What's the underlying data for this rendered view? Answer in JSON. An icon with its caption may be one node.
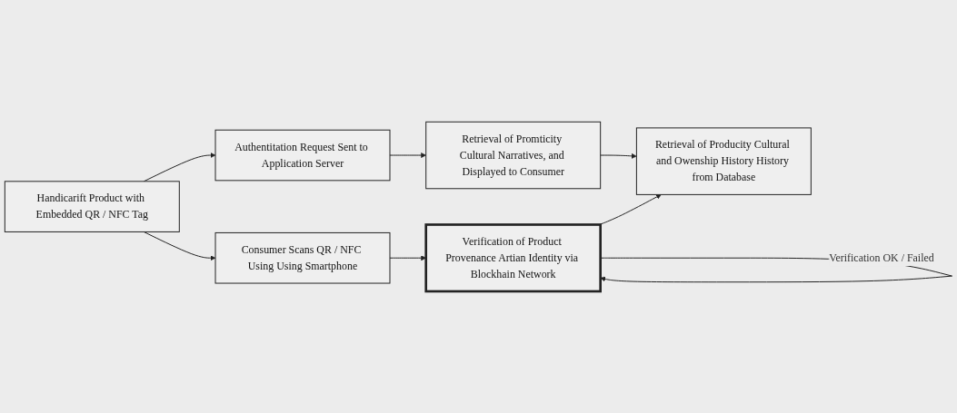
{
  "diagram": {
    "nodes": [
      {
        "text": [
          "Handicarift Product with Embedded QR / NFC Tag"
        ]
      },
      {
        "text": [
          "Authentitation Request Sent to Application Server"
        ]
      },
      {
        "text": [
          "Retrieval of Promticity Cultural Narratives, and Displayed to Consumer"
        ]
      },
      {
        "text": [
          "Consumer Scans QR / NFC Using Using Smartphone"
        ]
      },
      {
        "text": [
          "Verification of Product Provenance Artian Identity via Blockhain Network"
        ]
      },
      {
        "text": [
          "Retrieval of Producity Cultural and Owenship History History from Database"
        ]
      }
    ],
    "edges": [
      {
        "from": 0,
        "to": 1,
        "arrow": "to"
      },
      {
        "from": 1,
        "to": 2,
        "arrow": "to"
      },
      {
        "from": 0,
        "to": 3,
        "arrow": "to"
      },
      {
        "from": 2,
        "to": 5,
        "arrow": "to"
      },
      {
        "from": 3,
        "to": 4,
        "arrow": "to"
      },
      {
        "from": 4,
        "to": 4,
        "arrow": "to",
        "label": "Verification OK / Failed"
      },
      {
        "from": 4,
        "to": 5,
        "arrow": "to"
      }
    ]
  }
}
